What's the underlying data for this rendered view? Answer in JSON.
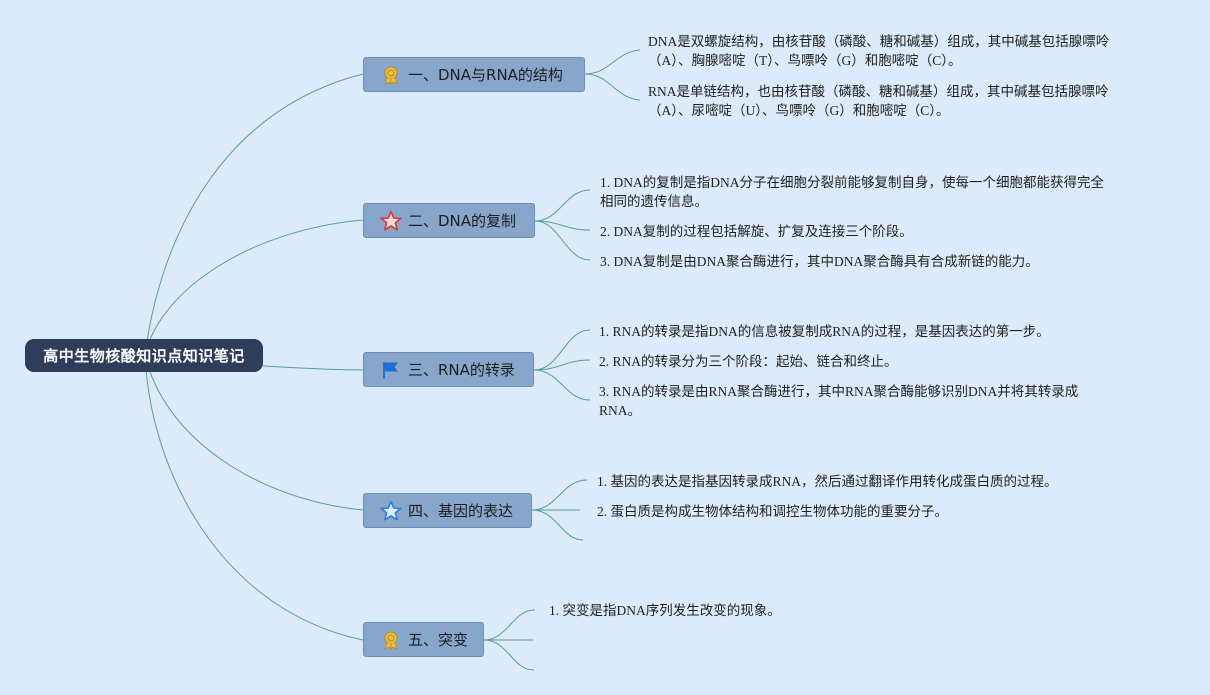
{
  "root": {
    "title": "高中生物核酸知识点知识笔记"
  },
  "topics": [
    {
      "label": "一、DNA与RNA的结构",
      "icon": "ribbon-badge-icon",
      "leaves": [
        "DNA是双螺旋结构，由核苷酸（磷酸、糖和碱基）组成，其中碱基包括腺嘌呤（A）、胸腺嘧啶（T）、鸟嘌呤（G）和胞嘧啶（C）。",
        "RNA是单链结构，也由核苷酸（磷酸、糖和碱基）组成，其中碱基包括腺嘌呤（A）、尿嘧啶（U）、鸟嘌呤（G）和胞嘧啶（C）。"
      ]
    },
    {
      "label": "二、DNA的复制",
      "icon": "red-star-icon",
      "leaves": [
        "1. DNA的复制是指DNA分子在细胞分裂前能够复制自身，使每一个细胞都能获得完全相同的遗传信息。",
        "2. DNA复制的过程包括解旋、扩复及连接三个阶段。",
        "3. DNA复制是由DNA聚合酶进行，其中DNA聚合酶具有合成新链的能力。"
      ]
    },
    {
      "label": "三、RNA的转录",
      "icon": "blue-flag-icon",
      "leaves": [
        "1. RNA的转录是指DNA的信息被复制成RNA的过程，是基因表达的第一步。",
        "2. RNA的转录分为三个阶段：起始、链合和终止。",
        "3. RNA的转录是由RNA聚合酶进行，其中RNA聚合酶能够识别DNA并将其转录成RNA。"
      ]
    },
    {
      "label": "四、基因的表达",
      "icon": "blue-star-icon",
      "leaves": [
        "1. 基因的表达是指基因转录成RNA，然后通过翻译作用转化成蛋白质的过程。",
        "2. 蛋白质是构成生物体结构和调控生物体功能的重要分子。",
        ""
      ]
    },
    {
      "label": "五、突变",
      "icon": "ribbon-badge-icon",
      "leaves": [
        "1. 突变是指DNA序列发生改变的现象。",
        "",
        ""
      ]
    }
  ],
  "colors": {
    "background": "#dcebfb",
    "root_fill": "#2e3d5a",
    "topic_fill": "#88a6cb",
    "connector": "#5f9a9a"
  }
}
